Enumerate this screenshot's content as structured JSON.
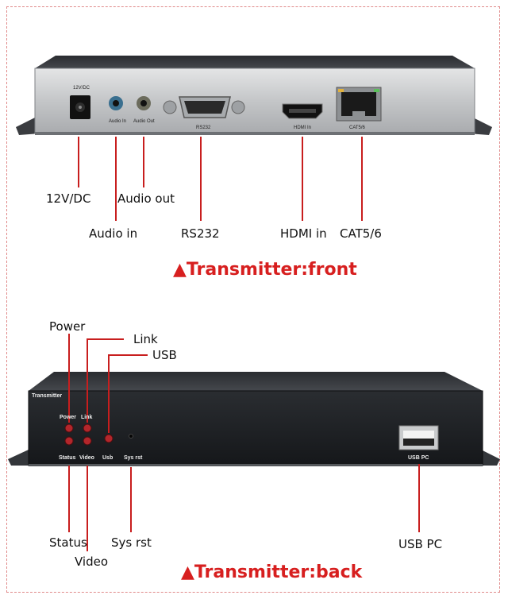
{
  "front": {
    "caption": "▲Transmitter:front",
    "labels": {
      "dc": "12V/DC",
      "audio_out": "Audio out",
      "audio_in": "Audio in",
      "rs232": "RS232",
      "hdmi_in": "HDMI in",
      "cat": "CAT5/6"
    },
    "device_text": {
      "dc": "12V/DC",
      "audio_in": "Audio In",
      "audio_out": "Audio Out",
      "rs232": "RS232",
      "hdmi_in": "HDMI In",
      "cat": "CAT5/6"
    }
  },
  "back": {
    "caption": "▲Transmitter:back",
    "labels": {
      "power": "Power",
      "link": "Link",
      "usb": "USB",
      "status": "Status",
      "video": "Video",
      "sys_rst": "Sys rst",
      "usb_pc": "USB PC"
    },
    "device_text": {
      "brand": "Transmitter",
      "power": "Power",
      "link": "Link",
      "status": "Status",
      "video": "Video",
      "usb": "Usb",
      "sys_rst": "Sys rst",
      "usb_pc": "USB PC"
    }
  },
  "colors": {
    "caption": "#d71f1f",
    "leader": "#c81e1e",
    "panel_front": "#c9cbcc",
    "panel_back": "#1b1d21"
  }
}
